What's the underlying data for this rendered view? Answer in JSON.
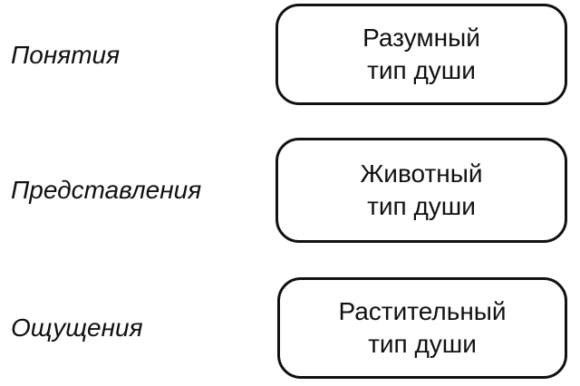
{
  "rows": [
    {
      "label": "Понятия",
      "box_line1": "Разумный",
      "box_line2": "тип души"
    },
    {
      "label": "Представления",
      "box_line1": "Животный",
      "box_line2": "тип души"
    },
    {
      "label": "Ощущения",
      "box_line1": "Растительный",
      "box_line2": "тип души"
    }
  ]
}
